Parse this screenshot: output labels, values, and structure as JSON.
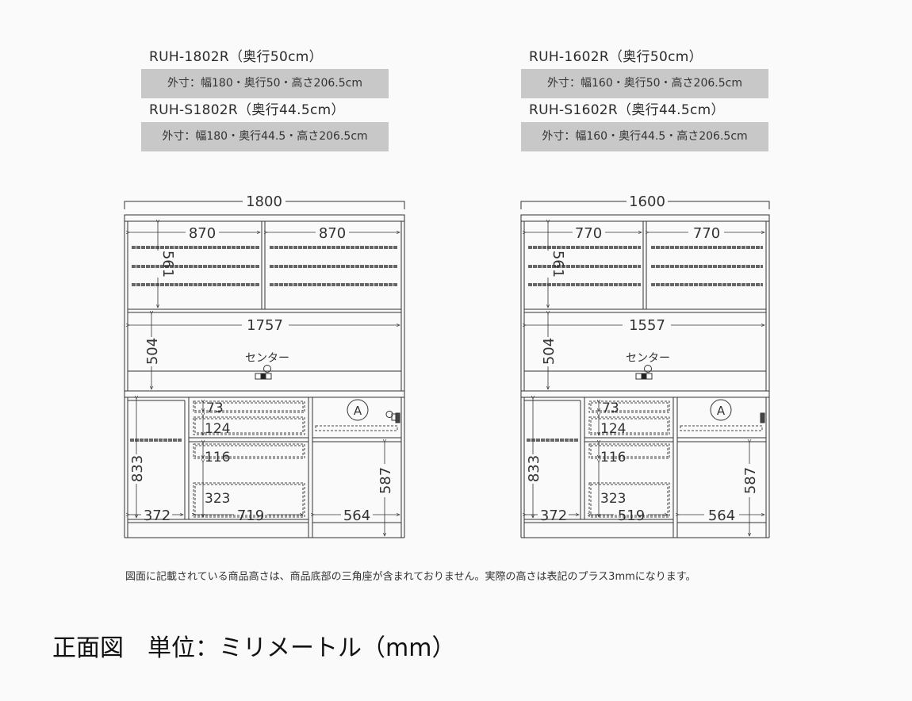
{
  "models": [
    {
      "name": "RUH-1802R（奥行50cm）",
      "spec": "外寸：幅180・奥行50・高さ206.5cm",
      "name_s": "RUH-S1802R（奥行44.5cm）",
      "spec_s": "外寸：幅180・奥行44.5・高さ206.5cm",
      "dims": {
        "total_width": "1800",
        "upper_left_width": "870",
        "upper_right_width": "870",
        "upper_height": "561",
        "middle_width": "1757",
        "middle_height": "504",
        "center_label": "センター",
        "lower_height": "833",
        "left_cab_width": "372",
        "drawer1": "73",
        "drawer2": "124",
        "drawer3": "116",
        "drawer4": "323",
        "drawer_width": "719",
        "right_cab_width": "564",
        "right_cab_height": "587",
        "marker": "A"
      }
    },
    {
      "name": "RUH-1602R（奥行50cm）",
      "spec": "外寸：幅160・奥行50・高さ206.5cm",
      "name_s": "RUH-S1602R（奥行44.5cm）",
      "spec_s": "外寸：幅160・奥行44.5・高さ206.5cm",
      "dims": {
        "total_width": "1600",
        "upper_left_width": "770",
        "upper_right_width": "770",
        "upper_height": "561",
        "middle_width": "1557",
        "middle_height": "504",
        "center_label": "センター",
        "lower_height": "833",
        "left_cab_width": "372",
        "drawer1": "73",
        "drawer2": "124",
        "drawer3": "116",
        "drawer4": "323",
        "drawer_width": "519",
        "right_cab_width": "564",
        "right_cab_height": "587",
        "marker": "A"
      }
    }
  ],
  "note": "図面に記載されている商品高さは、商品底部の三角座が含まれておりません。実際の高さは表記のプラス3mmになります。",
  "footer": "正面図　単位：ミリメートル（mm）",
  "colors": {
    "background": "#fafafa",
    "spec_box": "#c8c8c8",
    "line": "#333333",
    "shelf": "#666666"
  }
}
